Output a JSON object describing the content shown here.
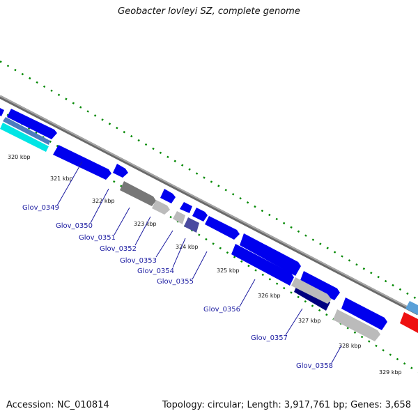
{
  "title": "Geobacter lovleyi SZ, complete genome",
  "footer": {
    "accession": "Accession: NC_010814",
    "summary": "Topology: circular; Length: 3,917,761 bp; Genes: 3,658"
  },
  "colors": {
    "backbone": "#8a8a8a",
    "gene_forward": "#0000ee",
    "gene_dark": "#000080",
    "gene_slate": "#4a4aa0",
    "gene_gray": "#777777",
    "gene_lightgray": "#bbbbbb",
    "gene_cyan": "#00e5e5",
    "gene_steel": "#4c7bbf",
    "gene_red": "#ee1111",
    "dots": "#008800",
    "label_blue": "#1a1aa0"
  },
  "scale_ticks": [
    "320 kbp",
    "321 kbp",
    "322 kbp",
    "323 kbp",
    "324 kbp",
    "325 kbp",
    "326 kbp",
    "327 kbp",
    "328 kbp",
    "329 kbp"
  ],
  "gene_labels": [
    "Glov_0349",
    "Glov_0350",
    "Glov_0351",
    "Glov_0352",
    "Glov_0353",
    "Glov_0354",
    "Glov_0355",
    "Glov_0356",
    "Glov_0357",
    "Glov_0358"
  ]
}
